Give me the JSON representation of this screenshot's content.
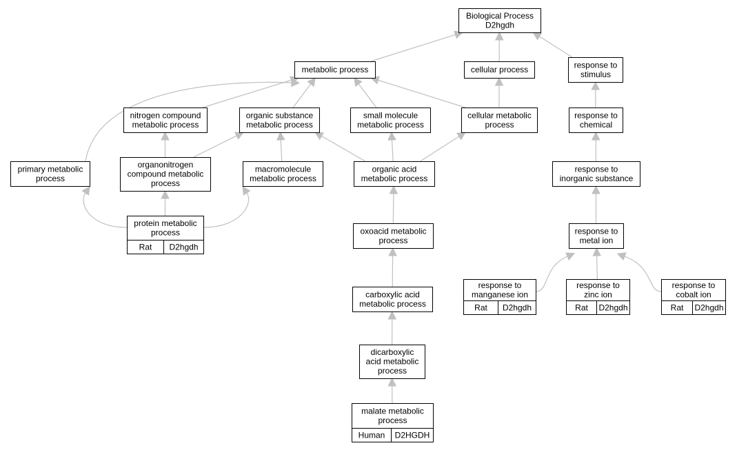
{
  "colors": {
    "rat": "#ffd700",
    "human": "#ff6347",
    "edge": "#c0c0c0"
  },
  "nodes": {
    "bp": {
      "lines": [
        "Biological Process",
        "D2hgdh"
      ]
    },
    "mp": {
      "lines": [
        "metabolic process"
      ]
    },
    "cp": {
      "lines": [
        "cellular process"
      ]
    },
    "rs": {
      "lines": [
        "response to",
        "stimulus"
      ]
    },
    "ncmp": {
      "lines": [
        "nitrogen compound",
        "metabolic process"
      ]
    },
    "osmp": {
      "lines": [
        "organic substance",
        "metabolic process"
      ]
    },
    "smmp": {
      "lines": [
        "small molecule",
        "metabolic process"
      ]
    },
    "cmp": {
      "lines": [
        "cellular metabolic",
        "process"
      ]
    },
    "rc": {
      "lines": [
        "response to",
        "chemical"
      ]
    },
    "pmp": {
      "lines": [
        "primary metabolic",
        "process"
      ]
    },
    "oncmp": {
      "lines": [
        "organonitrogen",
        "compound metabolic",
        "process"
      ]
    },
    "mmp": {
      "lines": [
        "macromolecule",
        "metabolic process"
      ]
    },
    "oamp": {
      "lines": [
        "organic acid",
        "metabolic process"
      ]
    },
    "ris": {
      "lines": [
        "response to",
        "inorganic substance"
      ]
    },
    "prmp": {
      "lines": [
        "protein metabolic",
        "process"
      ],
      "species": "Rat",
      "gene": "D2hgdh"
    },
    "oxmp": {
      "lines": [
        "oxoacid metabolic",
        "process"
      ]
    },
    "rmi": {
      "lines": [
        "response to",
        "metal ion"
      ]
    },
    "rmn": {
      "lines": [
        "response to",
        "manganese ion"
      ],
      "species": "Rat",
      "gene": "D2hgdh"
    },
    "rzi": {
      "lines": [
        "response to",
        "zinc ion"
      ],
      "species": "Rat",
      "gene": "D2hgdh"
    },
    "rci": {
      "lines": [
        "response to",
        "cobalt ion"
      ],
      "species": "Rat",
      "gene": "D2hgdh"
    },
    "camp": {
      "lines": [
        "carboxylic acid",
        "metabolic process"
      ]
    },
    "dcamp": {
      "lines": [
        "dicarboxylic",
        "acid metabolic",
        "process"
      ]
    },
    "malmp": {
      "lines": [
        "malate metabolic",
        "process"
      ],
      "species": "Human",
      "gene": "D2HGDH"
    }
  },
  "edges": [
    [
      "mp",
      "bp"
    ],
    [
      "cp",
      "bp"
    ],
    [
      "rs",
      "bp"
    ],
    [
      "pmp",
      "mp"
    ],
    [
      "ncmp",
      "mp"
    ],
    [
      "osmp",
      "mp"
    ],
    [
      "smmp",
      "mp"
    ],
    [
      "cmp",
      "mp"
    ],
    [
      "cmp",
      "cp"
    ],
    [
      "rc",
      "rs"
    ],
    [
      "ris",
      "rc"
    ],
    [
      "rmi",
      "ris"
    ],
    [
      "oncmp",
      "ncmp"
    ],
    [
      "oncmp",
      "osmp"
    ],
    [
      "mmp",
      "osmp"
    ],
    [
      "oamp",
      "osmp"
    ],
    [
      "oamp",
      "smmp"
    ],
    [
      "oamp",
      "cmp"
    ],
    [
      "prmp",
      "pmp"
    ],
    [
      "prmp",
      "oncmp"
    ],
    [
      "prmp",
      "mmp"
    ],
    [
      "oxmp",
      "oamp"
    ],
    [
      "camp",
      "oxmp"
    ],
    [
      "dcamp",
      "camp"
    ],
    [
      "malmp",
      "dcamp"
    ],
    [
      "rmn",
      "rmi"
    ],
    [
      "rzi",
      "rmi"
    ],
    [
      "rci",
      "rmi"
    ]
  ]
}
